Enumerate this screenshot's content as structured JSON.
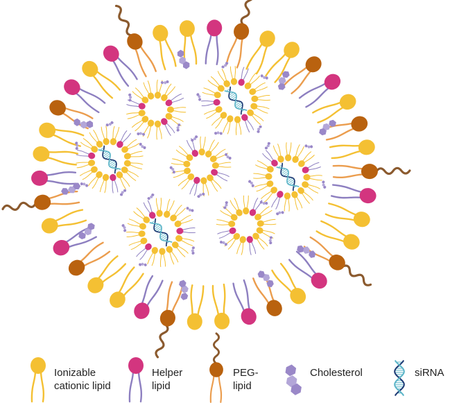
{
  "colors": {
    "ionizable_head": "#f4c033",
    "ionizable_tail": "#f4c033",
    "helper_head": "#d3357f",
    "helper_tail": "#8d7fc0",
    "peg_head": "#b9620f",
    "peg_tail": "#eb9d4e",
    "peg_chain": "#8b5a2e",
    "cholesterol": "#9a88c8",
    "sirna_dark": "#1e3a74",
    "sirna_light": "#5cb5c8"
  },
  "outer_ring": [
    "peg-chain",
    "ionizable",
    "ionizable",
    "helper",
    "peg-chain",
    "ionizable",
    "ionizable",
    "peg",
    "helper",
    "ionizable",
    "peg",
    "ionizable",
    "peg-chain",
    "helper",
    "ionizable",
    "ionizable",
    "peg-chain",
    "helper",
    "ionizable",
    "peg",
    "helper",
    "ionizable",
    "ionizable",
    "peg-chain",
    "helper",
    "ionizable",
    "ionizable",
    "peg",
    "helper",
    "ionizable",
    "peg-chain",
    "helper",
    "ionizable",
    "ionizable",
    "peg",
    "helper",
    "ionizable",
    "helper"
  ],
  "inner_micelles": [
    {
      "has_sirna": false
    },
    {
      "has_sirna": true
    },
    {
      "has_sirna": true
    },
    {
      "has_sirna": false
    },
    {
      "has_sirna": true
    },
    {
      "has_sirna": true
    },
    {
      "has_sirna": false
    }
  ],
  "legend": [
    {
      "key": "ionizable",
      "line1": "Ionizable",
      "line2": "cationic lipid"
    },
    {
      "key": "helper",
      "line1": "Helper",
      "line2": "lipid"
    },
    {
      "key": "peg",
      "line1": "PEG-",
      "line2": "lipid"
    },
    {
      "key": "cholesterol",
      "line1": "Cholesterol",
      "line2": ""
    },
    {
      "key": "sirna",
      "line1": "siRNA",
      "line2": ""
    }
  ]
}
